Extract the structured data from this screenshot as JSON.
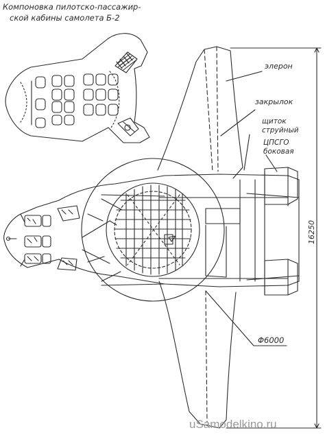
{
  "caption": {
    "line1": "Компоновка пилотско-пассажир-",
    "line2": "ской кабины самолета Б-2"
  },
  "labels": {
    "aileron": "элерон",
    "flap": "закрылок",
    "shield_line1": "щиток",
    "shield_line2": "струйный",
    "cg_line1": "ЦПСГО",
    "cg_line2": "боковая",
    "span": "16250",
    "diameter": "Φ6000"
  },
  "watermark": "uSamodelkino.ru",
  "colors": {
    "ink": "#2a2a2a",
    "background": "#ffffff",
    "watermark": "#9a9a9a"
  }
}
